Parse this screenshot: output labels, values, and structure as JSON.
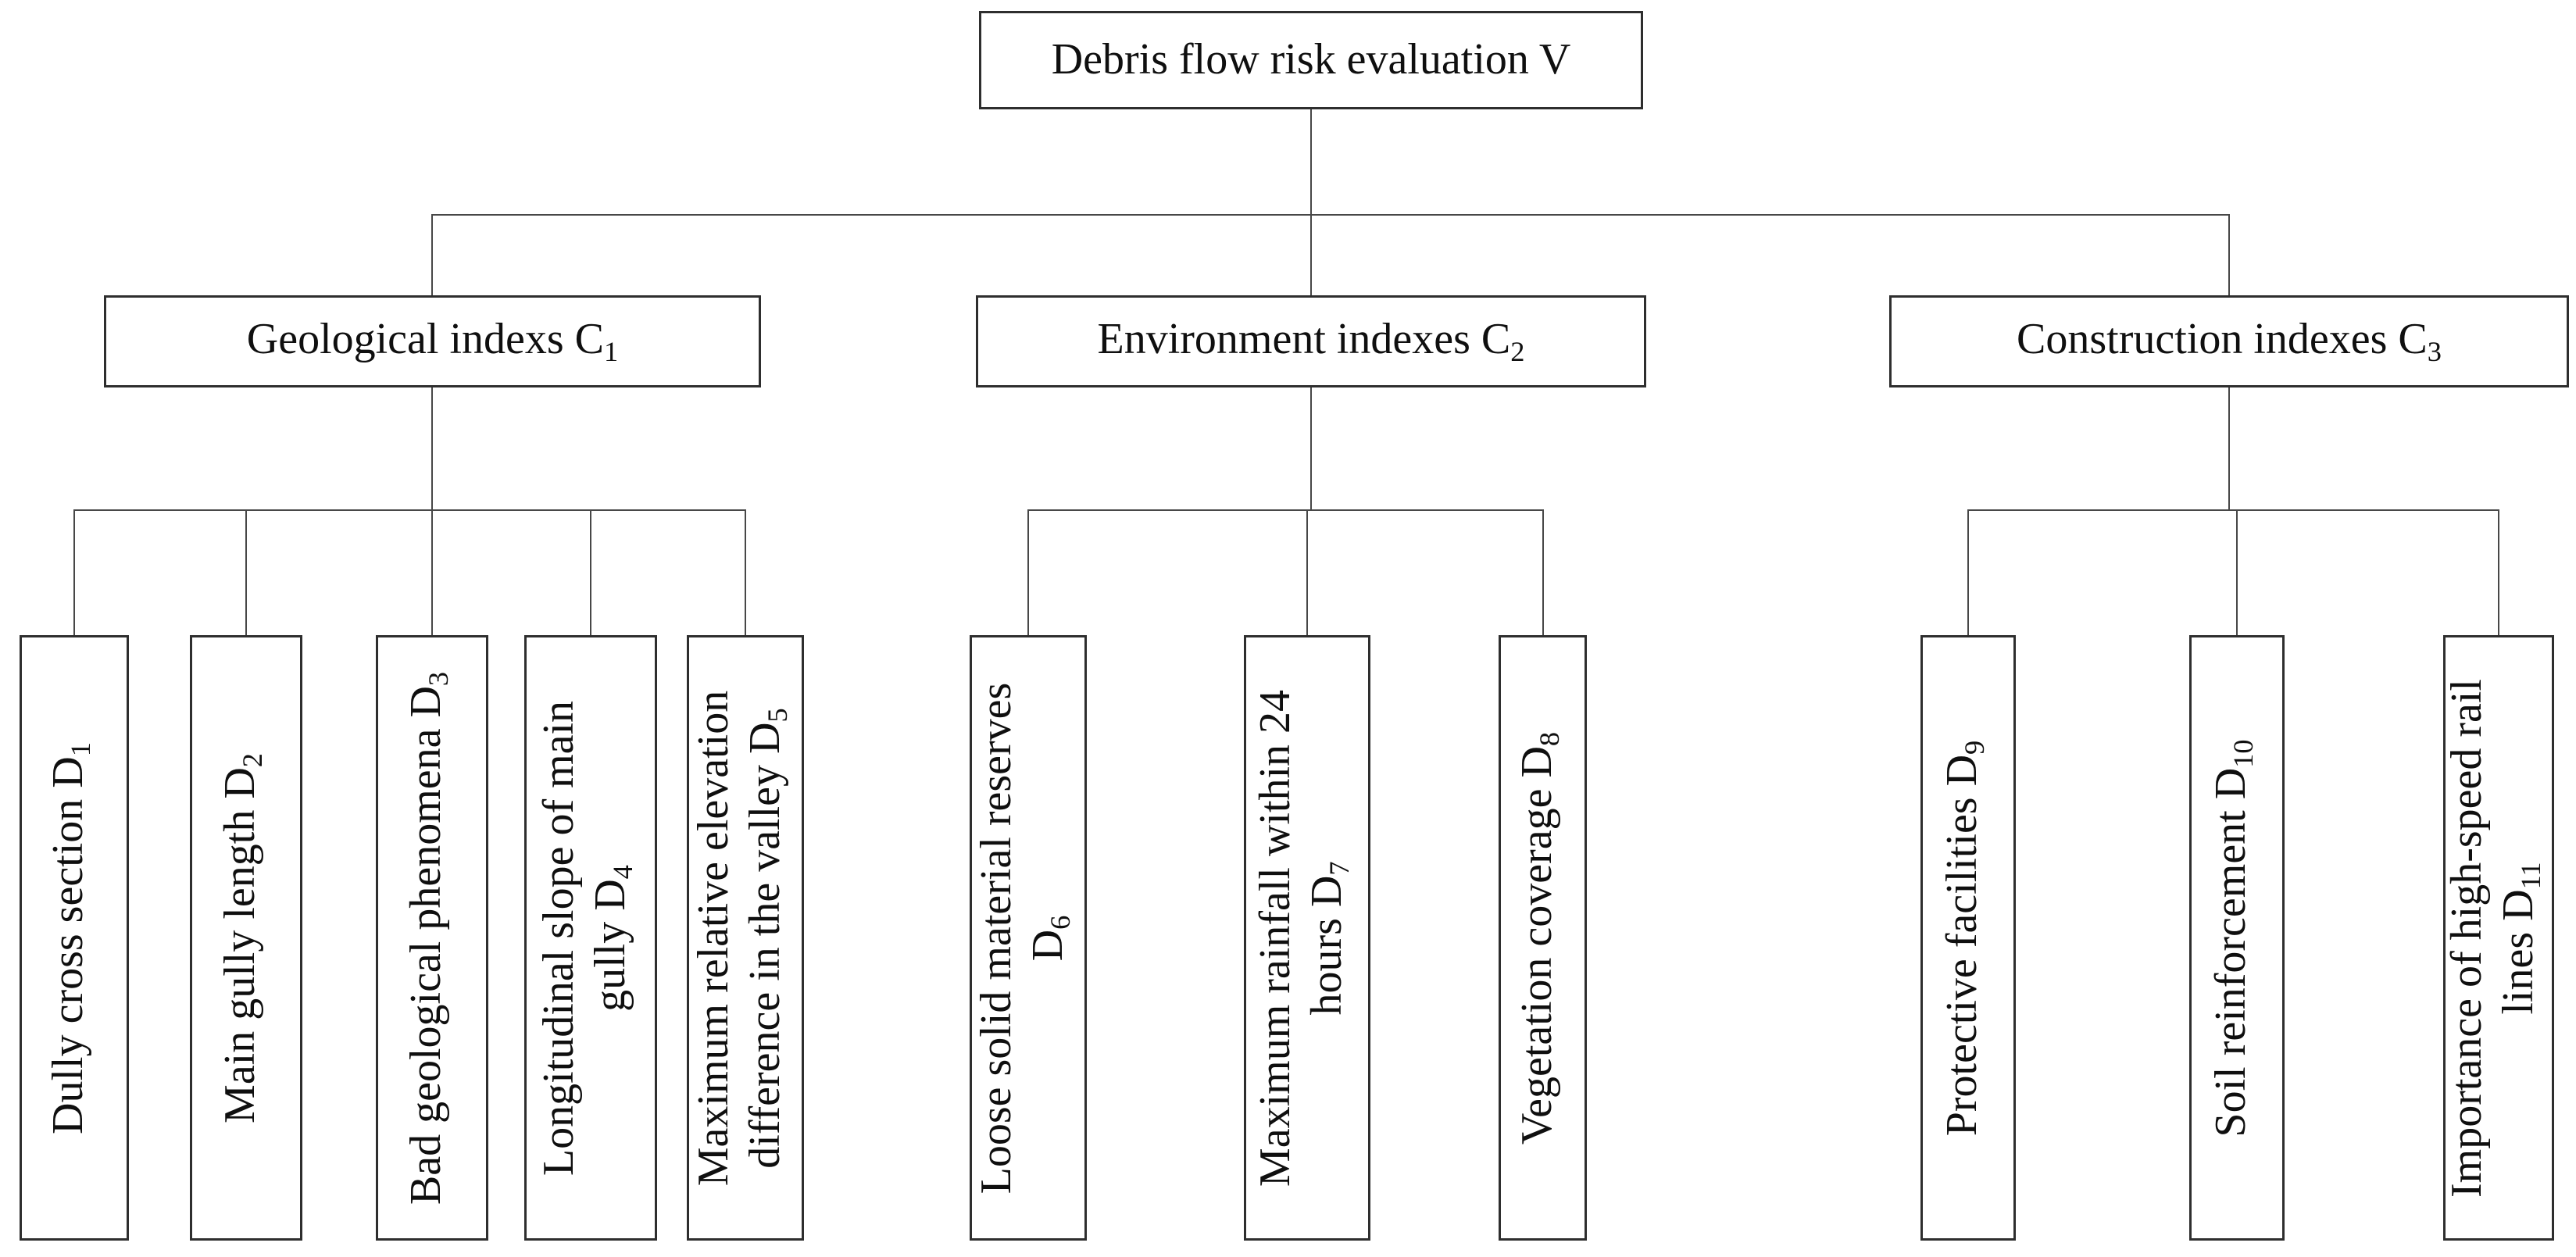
{
  "colors": {
    "background": "#ffffff",
    "box_border": "#2e2e2e",
    "connector_line": "#474747",
    "text": "#0f0f0f"
  },
  "tree": {
    "root": {
      "id": "V",
      "label": "Debris flow risk evaluation V"
    },
    "level1": [
      {
        "id": "C1",
        "parent": "V",
        "text": "Geological indexs C",
        "sub": "1"
      },
      {
        "id": "C2",
        "parent": "V",
        "text": "Environment indexes C",
        "sub": "2"
      },
      {
        "id": "C3",
        "parent": "V",
        "text": "Construction indexes C",
        "sub": "3"
      }
    ],
    "level2": [
      {
        "id": "D1",
        "parent": "C1",
        "lines": [
          {
            "text": "Dully cross section D",
            "sub": "1"
          }
        ]
      },
      {
        "id": "D2",
        "parent": "C1",
        "lines": [
          {
            "text": "Main gully length D",
            "sub": "2"
          }
        ]
      },
      {
        "id": "D3",
        "parent": "C1",
        "lines": [
          {
            "text": "Bad geological phenomena D",
            "sub": "3"
          }
        ]
      },
      {
        "id": "D4",
        "parent": "C1",
        "lines": [
          {
            "text": "Longitudinal slope of main"
          },
          {
            "text": "gully D",
            "sub": "4"
          }
        ]
      },
      {
        "id": "D5",
        "parent": "C1",
        "lines": [
          {
            "text": "Maximum relative elevation"
          },
          {
            "text": "difference in the valley D",
            "sub": "5"
          }
        ]
      },
      {
        "id": "D6",
        "parent": "C2",
        "lines": [
          {
            "text": "Loose solid material reserves"
          },
          {
            "text": "D",
            "sub": "6"
          }
        ]
      },
      {
        "id": "D7",
        "parent": "C2",
        "lines": [
          {
            "text": "Maximum rainfall within 24"
          },
          {
            "text": "hours D",
            "sub": "7"
          }
        ]
      },
      {
        "id": "D8",
        "parent": "C2",
        "lines": [
          {
            "text": "Vegetation coverage D",
            "sub": "8"
          }
        ]
      },
      {
        "id": "D9",
        "parent": "C3",
        "lines": [
          {
            "text": "Protective facilities D",
            "sub": "9"
          }
        ]
      },
      {
        "id": "D10",
        "parent": "C3",
        "lines": [
          {
            "text": "Soil reinforcement D",
            "sub": "10"
          }
        ]
      },
      {
        "id": "D11",
        "parent": "C3",
        "lines": [
          {
            "text": "Importance of high-speed rail"
          },
          {
            "text": "lines D",
            "sub": "11"
          }
        ]
      }
    ]
  }
}
